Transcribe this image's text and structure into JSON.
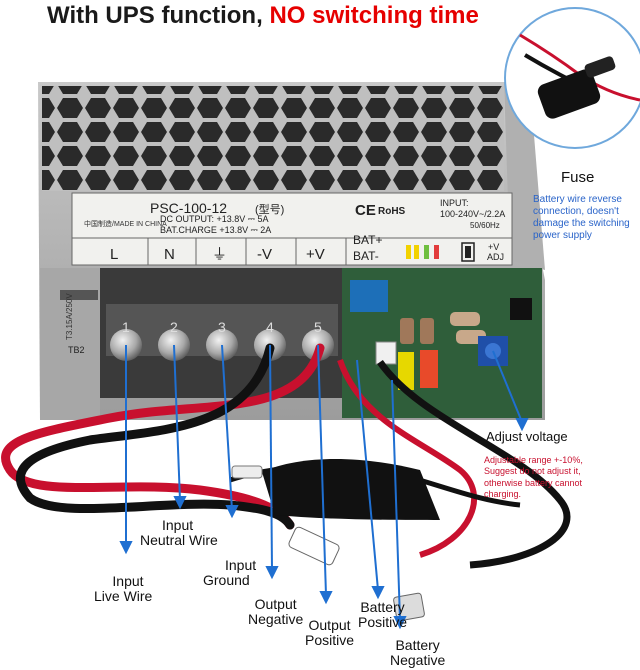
{
  "headline": {
    "prefix": "With UPS function,",
    "highlight": "NO switching time"
  },
  "label_plate": {
    "model": "PSC-100-12",
    "model_cn": "(型号)",
    "ce_mark": "CE",
    "rohs_mark": "RoHS",
    "dc_output_line": "DC OUTPUT: +13.8V  ⎓ 5A",
    "bat_charge_line": "BAT.CHARGE +13.8V  ⎓ 2A",
    "input_line_1": "INPUT:",
    "input_line_2": "100-240V~/2.2A",
    "input_line_3": "50/60Hz",
    "made_in": "中国制造/MADE IN CHINA",
    "bat_plus": "BAT+",
    "bat_minus": "BAT-",
    "adj_line_1": "+V",
    "adj_line_2": "ADJ",
    "terminal_names": [
      "L",
      "N",
      "⏚",
      "-V",
      "+V"
    ]
  },
  "terminal_numbers": [
    "1",
    "2",
    "3",
    "4",
    "5"
  ],
  "board_marks": {
    "tb_label": "TB2",
    "fuse_rating": "T3.15A/250V"
  },
  "callouts": {
    "fuse_title": "Fuse",
    "fuse_note": [
      "Battery wire reverse",
      "connection, doesn't",
      "damage the switching",
      "power supply"
    ],
    "adjust_title": "Adjust voltage",
    "adjust_note": [
      "Adjustable range +-10%,",
      "Suggest do not adjust it,",
      "otherwise battery cannot",
      "charging."
    ],
    "input_live": [
      "Input",
      "Live Wire"
    ],
    "input_neutral": [
      "Input",
      "Neutral Wire"
    ],
    "input_ground": [
      "Input",
      "Ground"
    ],
    "output_negative": [
      "Output",
      "Negative"
    ],
    "output_positive": [
      "Output",
      "Positive"
    ],
    "battery_positive": [
      "Battery",
      "Positive"
    ],
    "battery_negative": [
      "Battery",
      "Negative"
    ]
  },
  "colors": {
    "headline_black": "#1a1a1a",
    "headline_red": "#e60000",
    "pointer_blue": "#1f6fd1",
    "note_blue": "#2a64c9",
    "note_red": "#c8102e",
    "wire_red": "#c8102e",
    "wire_black": "#111111",
    "pcb_green": "#2f5e3a"
  }
}
